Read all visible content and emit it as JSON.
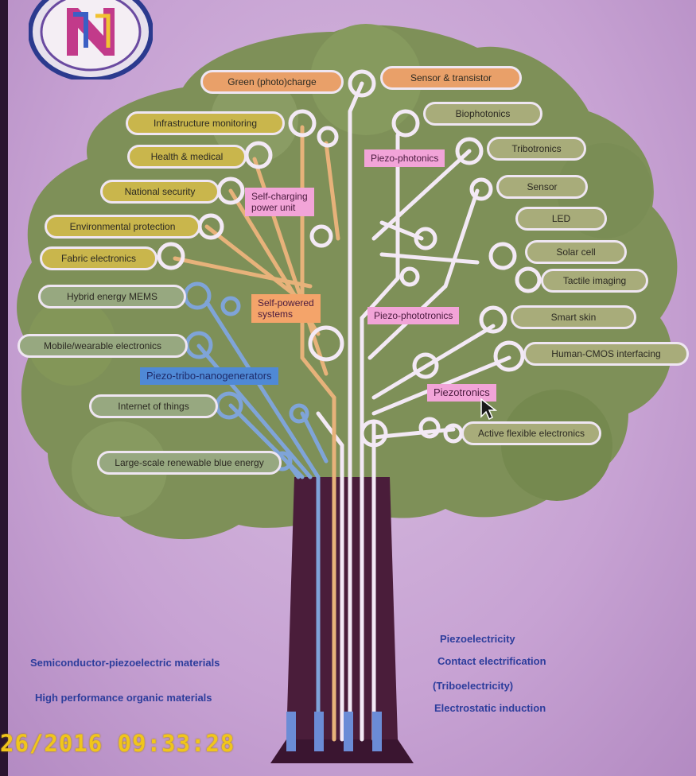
{
  "pills": [
    {
      "key": "top_left",
      "text": "Green (photo)charge"
    },
    {
      "key": "top_right",
      "text": "Sensor & transistor"
    },
    {
      "key": "infra",
      "text": "Infrastructure monitoring"
    },
    {
      "key": "biophoto",
      "text": "Biophotonics"
    },
    {
      "key": "health",
      "text": "Health & medical"
    },
    {
      "key": "tribo",
      "text": "Tribotronics"
    },
    {
      "key": "national",
      "text": "National security"
    },
    {
      "key": "sensor",
      "text": "Sensor"
    },
    {
      "key": "env",
      "text": "Environmental protection"
    },
    {
      "key": "led",
      "text": "LED"
    },
    {
      "key": "fabric",
      "text": "Fabric electronics"
    },
    {
      "key": "solar",
      "text": "Solar cell"
    },
    {
      "key": "hybrid",
      "text": "Hybrid energy MEMS"
    },
    {
      "key": "tactile",
      "text": "Tactile imaging"
    },
    {
      "key": "mobile",
      "text": "Mobile/wearable electronics"
    },
    {
      "key": "skin",
      "text": "Smart skin"
    },
    {
      "key": "hci",
      "text": "Human-CMOS interfacing"
    },
    {
      "key": "iot",
      "text": "Internet of things"
    },
    {
      "key": "active",
      "text": "Active flexible electronics"
    },
    {
      "key": "largescale",
      "text": "Large-scale renewable blue energy"
    }
  ],
  "hubs": {
    "piezo_photonics": "Piezo-photonics",
    "self_charging": "Self-charging\npower unit",
    "self_powered": "Self-powered\nsystems",
    "piezo_phototronics": "Piezo-phototronics",
    "piezo_tribo": "Piezo-tribo-nanogenerators",
    "piezotronics": "Piezotronics"
  },
  "bottom": {
    "left_line1": "Semiconductor-piezoelectric materials",
    "left_line2": "High performance organic materials",
    "right_line1": "Piezoelectricity",
    "right_line2": "Contact electrification",
    "right_line3": "(Triboelectricity)",
    "right_line4": "Electrostatic induction"
  },
  "timestamp": "26/2016 09:33:28",
  "colors": {
    "foliage": "#7e9058",
    "trunk": "#4a1d3a",
    "orange_pill": "#e9a069",
    "yellow_pill": "#c9b64c",
    "green_pill": "#a8ac7a",
    "blue_pill": "#6f95c9",
    "hub_pink": "#f2a4d8",
    "hub_orange": "#f4a46a",
    "hub_blue": "#4f89d6",
    "bottom_text": "#2d3d9c",
    "timestamp": "#f0c51c"
  }
}
